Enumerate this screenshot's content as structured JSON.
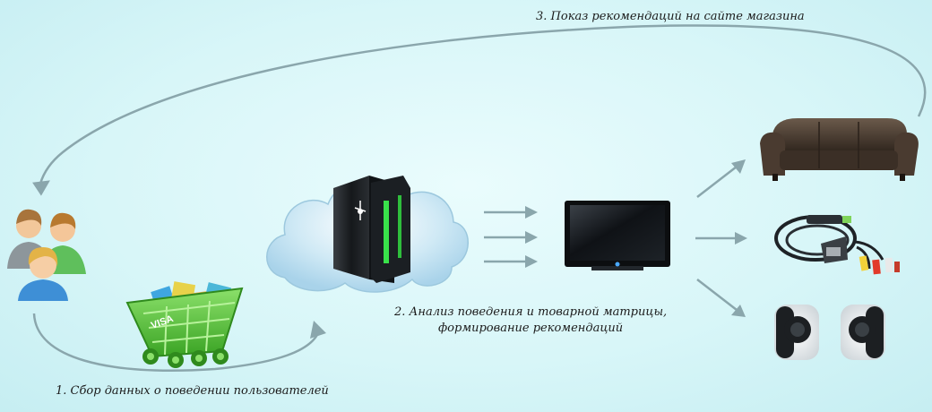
{
  "steps": {
    "step1": "1. Сбор данных о поведении пользователей",
    "step2_line1": "2. Анализ поведения и товарной матрицы,",
    "step2_line2": "формирование рекомендаций",
    "step3": "3. Показ рекомендаций на сайте магазина"
  },
  "illustrations": {
    "users": "users-icon",
    "cart": "shopping-cart-icon",
    "cloud": "cloud-icon",
    "server": "server-icon",
    "monitor": "tv-monitor-icon",
    "sofa": "sofa-icon",
    "cable": "cable-icon",
    "speakers": "speakers-icon",
    "card_label": "VISA"
  },
  "colors": {
    "arrow": "#8aa6ac",
    "cart_green": "#5cc63a",
    "server_glow": "#39e24a"
  }
}
